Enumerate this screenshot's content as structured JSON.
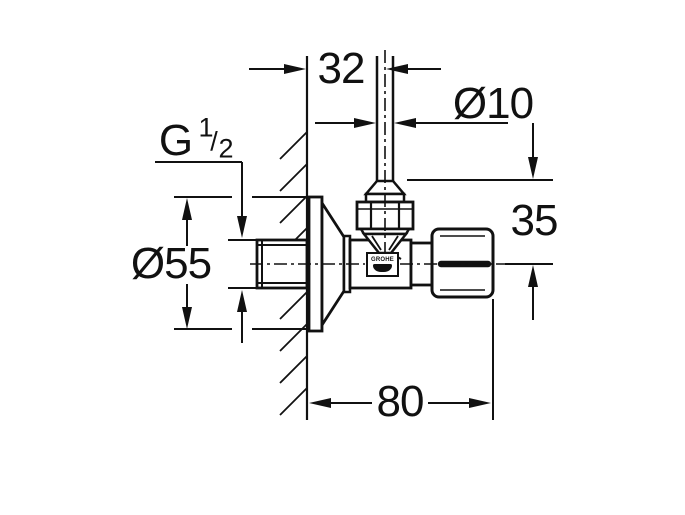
{
  "labels": {
    "dim_depth": "32",
    "dim_pipe": "Ø10",
    "dim_flange": "Ø55",
    "dim_height": "35",
    "dim_length": "80",
    "thread_letter": "G",
    "thread_numerator": "1",
    "thread_slash": "/",
    "thread_denominator": "2"
  },
  "brand": {
    "logo_text": "GROHE"
  },
  "colors": {
    "line": "#111111",
    "background": "#ffffff"
  }
}
